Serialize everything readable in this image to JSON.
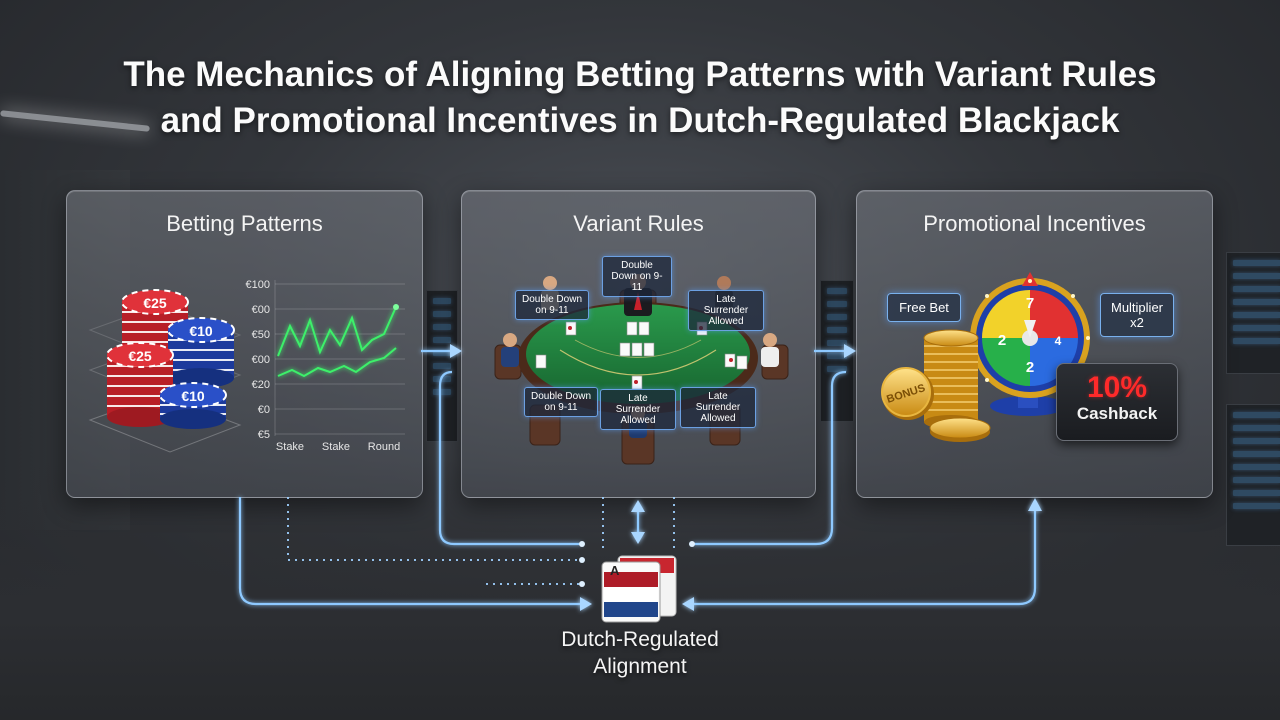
{
  "title_line1": "The Mechanics of Aligning Betting Patterns with Variant Rules",
  "title_line2": "and Promotional Incentives in Dutch-Regulated Blackjack",
  "panels": {
    "betting": {
      "title": "Betting Patterns",
      "chips": [
        "€25",
        "€10",
        "€25",
        "€10"
      ],
      "y_ticks": [
        "€100",
        "€00",
        "€50",
        "€00",
        "€20",
        "€0",
        "€5"
      ],
      "x_ticks": [
        "Stake",
        "Stake",
        "Round"
      ]
    },
    "variant": {
      "title": "Variant Rules",
      "tags": [
        "Double Down on 9-11",
        "Double Down on 9-11",
        "Late Surrender Allowed",
        "Double Down on 9-11",
        "Late Surrender Allowed",
        "Late Surrender Allowed"
      ]
    },
    "promo": {
      "title": "Promotional Incentives",
      "free_bet": "Free Bet",
      "multiplier": "Multiplier x2",
      "coin_label": "BONUS",
      "cashback_pct": "10%",
      "cashback_label": "Cashback",
      "wheel_numbers": [
        "7",
        "2",
        "2",
        "4"
      ]
    }
  },
  "center": {
    "label_line1": "Dutch-Regulated",
    "label_line2": "Alignment",
    "card_rank": "A"
  },
  "colors": {
    "flow_glow": "#8ec9ff",
    "chip_red": "#d8262e",
    "chip_blue": "#1e3fa8",
    "felt_green": "#1f7a3c",
    "nl_red": "#ae1c28",
    "nl_blue": "#21468b"
  }
}
